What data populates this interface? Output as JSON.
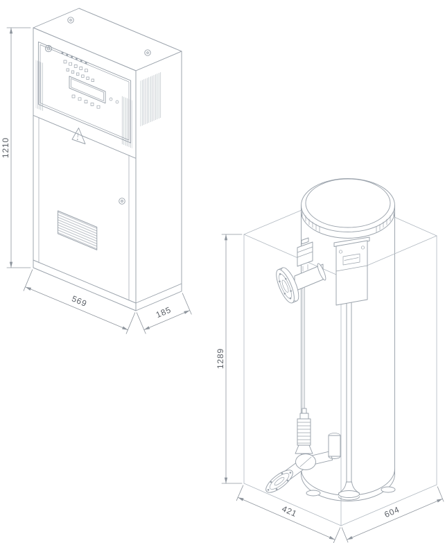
{
  "page": {
    "background": "#ffffff",
    "line_color": "#9aa2ab",
    "dimension_color": "#8e959d",
    "text_color": "#5a5f66"
  },
  "cabinet": {
    "name": "electric-control-cabinet",
    "dimensions": {
      "height_mm": "1210",
      "width_mm": "569",
      "depth_mm": "185"
    }
  },
  "vessel": {
    "name": "cylindrical-heater-vessel",
    "dimensions": {
      "height_mm": "1289",
      "depth_mm": "421",
      "width_mm": "604"
    }
  }
}
